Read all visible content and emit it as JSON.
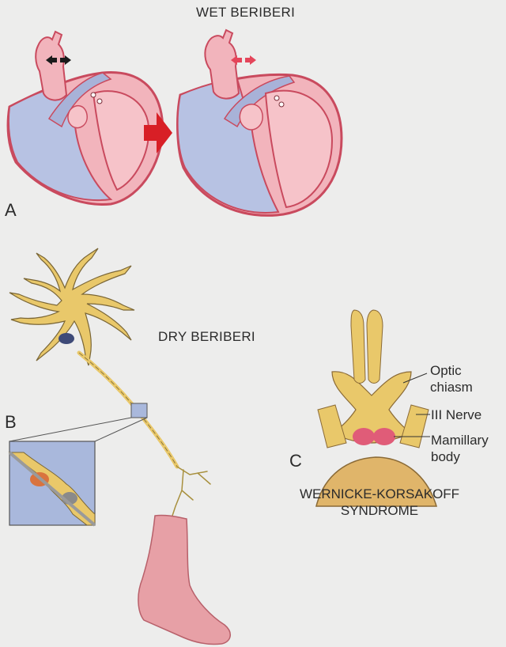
{
  "panels": {
    "a": {
      "letter": "A",
      "title": "WET BERIBERI"
    },
    "b": {
      "letter": "B",
      "title": "DRY BERIBERI"
    },
    "c": {
      "letter": "C",
      "title_line1": "WERNICKE-KORSAKOFF",
      "title_line2": "SYNDROME",
      "labels": {
        "optic_line1": "Optic",
        "optic_line2": "chiasm",
        "nerve": "III Nerve",
        "mamillary_line1": "Mamillary",
        "mamillary_line2": "body"
      }
    }
  },
  "colors": {
    "background": "#ededec",
    "heart_outline": "#c94a5e",
    "heart_pink": "#f1b2ba",
    "heart_blue": "#b7c2e3",
    "arrow_red": "#d81f26",
    "arrow_black": "#1a1a1a",
    "neuron_yellow": "#e9c86a",
    "nucleus": "#3e4a78",
    "foot_pink": "#e7a0a6",
    "mamillary": "#e05c78"
  }
}
